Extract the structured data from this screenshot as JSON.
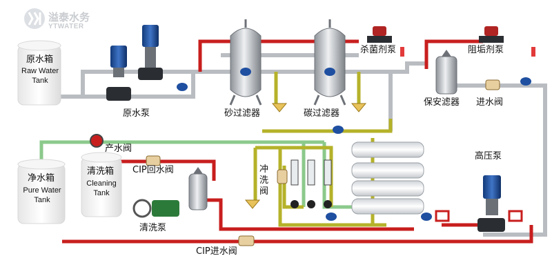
{
  "logo": {
    "name": "溢泰水务",
    "sub": "YTWATER"
  },
  "tanks": {
    "raw_water": {
      "cn": "原水箱",
      "en1": "Raw Water",
      "en2": "Tank"
    },
    "pure_water": {
      "cn": "净水箱",
      "en1": "Pure Water",
      "en2": "Tank"
    },
    "cleaning": {
      "cn": "清洗箱",
      "en1": "Cleaning",
      "en2": "Tank"
    }
  },
  "labels": {
    "raw_pump": "原水泵",
    "sand_filter": "砂过滤器",
    "carbon_filter": "碳过滤器",
    "sterilant_pump": "杀菌剂泵",
    "antiscalant_pump": "阻垢剂泵",
    "security_filter": "保安滤器",
    "inlet_valve": "进水阀",
    "product_valve": "产水阀",
    "cip_return_valve": "CIP回水阀",
    "flush_valve": "冲洗阀",
    "high_pressure_pump": "高压泵",
    "cleaning_pump": "清洗泵",
    "cip_inlet_valve": "CIP进水阀"
  },
  "colors": {
    "pipe_gray": "#b9bdc2",
    "pipe_red": "#c81e1e",
    "pipe_green": "#8bc98b",
    "pipe_olive": "#b5b22a",
    "motor_blue": "#1f4fa0",
    "vessel_gray": "#c8ccd1"
  }
}
